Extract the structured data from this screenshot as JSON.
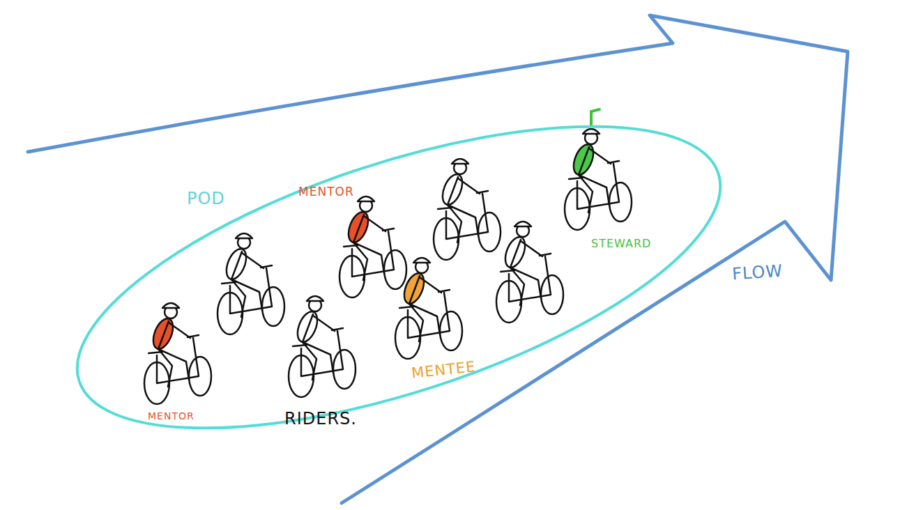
{
  "diagram": {
    "nodes": [
      {
        "text": [
          "FLOW"
        ]
      },
      {
        "text": [
          "POD"
        ],
        "in": 0
      }
    ],
    "labels": [
      "MENTOR",
      "STEWARD",
      "MENTEE",
      "MENTOR",
      "RIDERS."
    ]
  }
}
